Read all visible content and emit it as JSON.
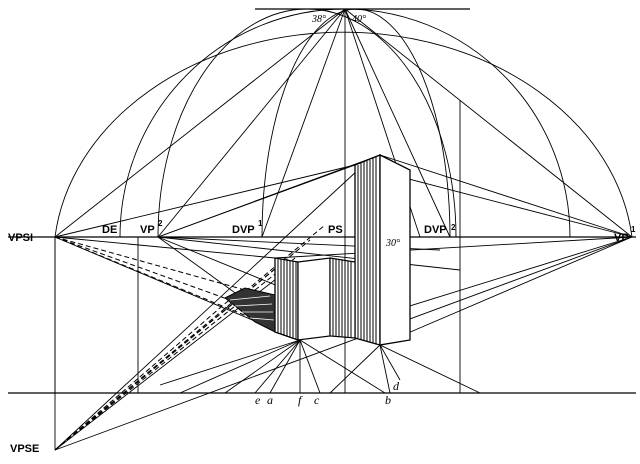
{
  "labels": {
    "vpsi": "VPSI",
    "de": "DE",
    "vp2": "VP",
    "vp2_sup": "2",
    "dvp1": "DVP",
    "dvp1_sup": "1",
    "ps": "PS",
    "dvp2": "DVP",
    "dvp2_sup": "2",
    "vp1": "VP",
    "vp1_sup": "1",
    "vpse": "VPSE",
    "angle_38": "38°",
    "angle_40": "40°",
    "angle_30": "30°",
    "ground_e": "e",
    "ground_a": "a",
    "ground_f": "f",
    "ground_c": "c",
    "ground_b": "b",
    "ground_d": "d"
  }
}
